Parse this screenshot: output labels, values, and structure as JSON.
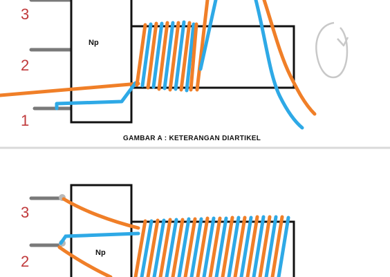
{
  "colors": {
    "orange_wire": "#f07f28",
    "blue_wire": "#2ea9e6",
    "outline": "#111111",
    "pin": "#7a7a7a",
    "pin_tip": "#b9b9b9",
    "pin_number": "#c0393b",
    "rotation_arrow": "#c8c8c8",
    "divider": "#d9d9d9"
  },
  "figure_a": {
    "pin_labels": [
      "3",
      "2",
      "1"
    ],
    "core_label": "Np",
    "caption": "GAMBAR A : KETERANGAN DIARTIKEL",
    "rotation_icon": "rotate-clockwise-arrow-icon"
  },
  "figure_b": {
    "pin_labels": [
      "3",
      "2"
    ],
    "core_label": "Np"
  }
}
